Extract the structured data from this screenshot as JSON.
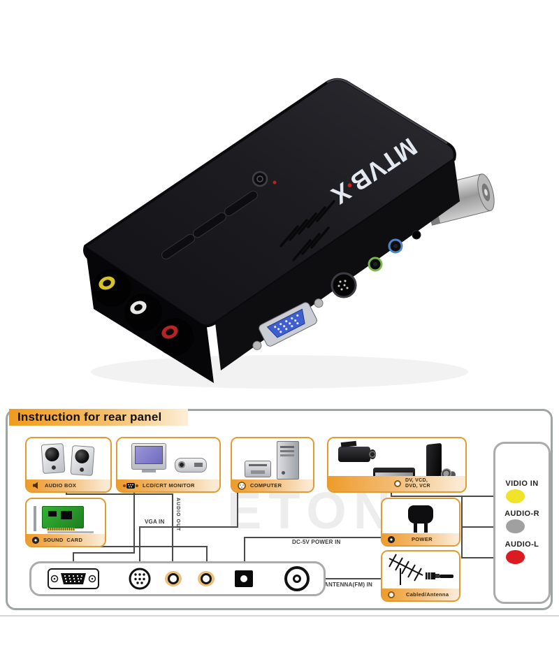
{
  "photo": {
    "logo_left": "MTVB",
    "logo_dot": "•",
    "logo_right": "X"
  },
  "diagram": {
    "title": "Instruction for rear panel",
    "watermark": "ETON",
    "boxes": {
      "audio_box": "AUDIO BOX",
      "monitor": "LCD/CRT MONITOR",
      "computer": "COMPUTER",
      "dv_line1": "DV, VCD,",
      "dv_line2": "DVD, VCR",
      "sound_card": "SOUND  CARD",
      "power": "POWER",
      "antenna": "Cabled/Antenna"
    },
    "wire_labels": {
      "audio_out": "AUDIO OUT",
      "vga_in": "VGA IN",
      "dc_power": "DC-5V POWER IN",
      "antenna_in": "ANTENNA(FM) IN"
    },
    "av_inputs": [
      {
        "label": "VIDIO IN",
        "color": "#F0E32A"
      },
      {
        "label": "AUDIO-R",
        "color": "#A0A0A0"
      },
      {
        "label": "AUDIO-L",
        "color": "#DB1B21"
      }
    ],
    "colors": {
      "accent_orange": "#E29A35",
      "wire": "#4a4a4a",
      "panel_border": "#ababab"
    }
  }
}
